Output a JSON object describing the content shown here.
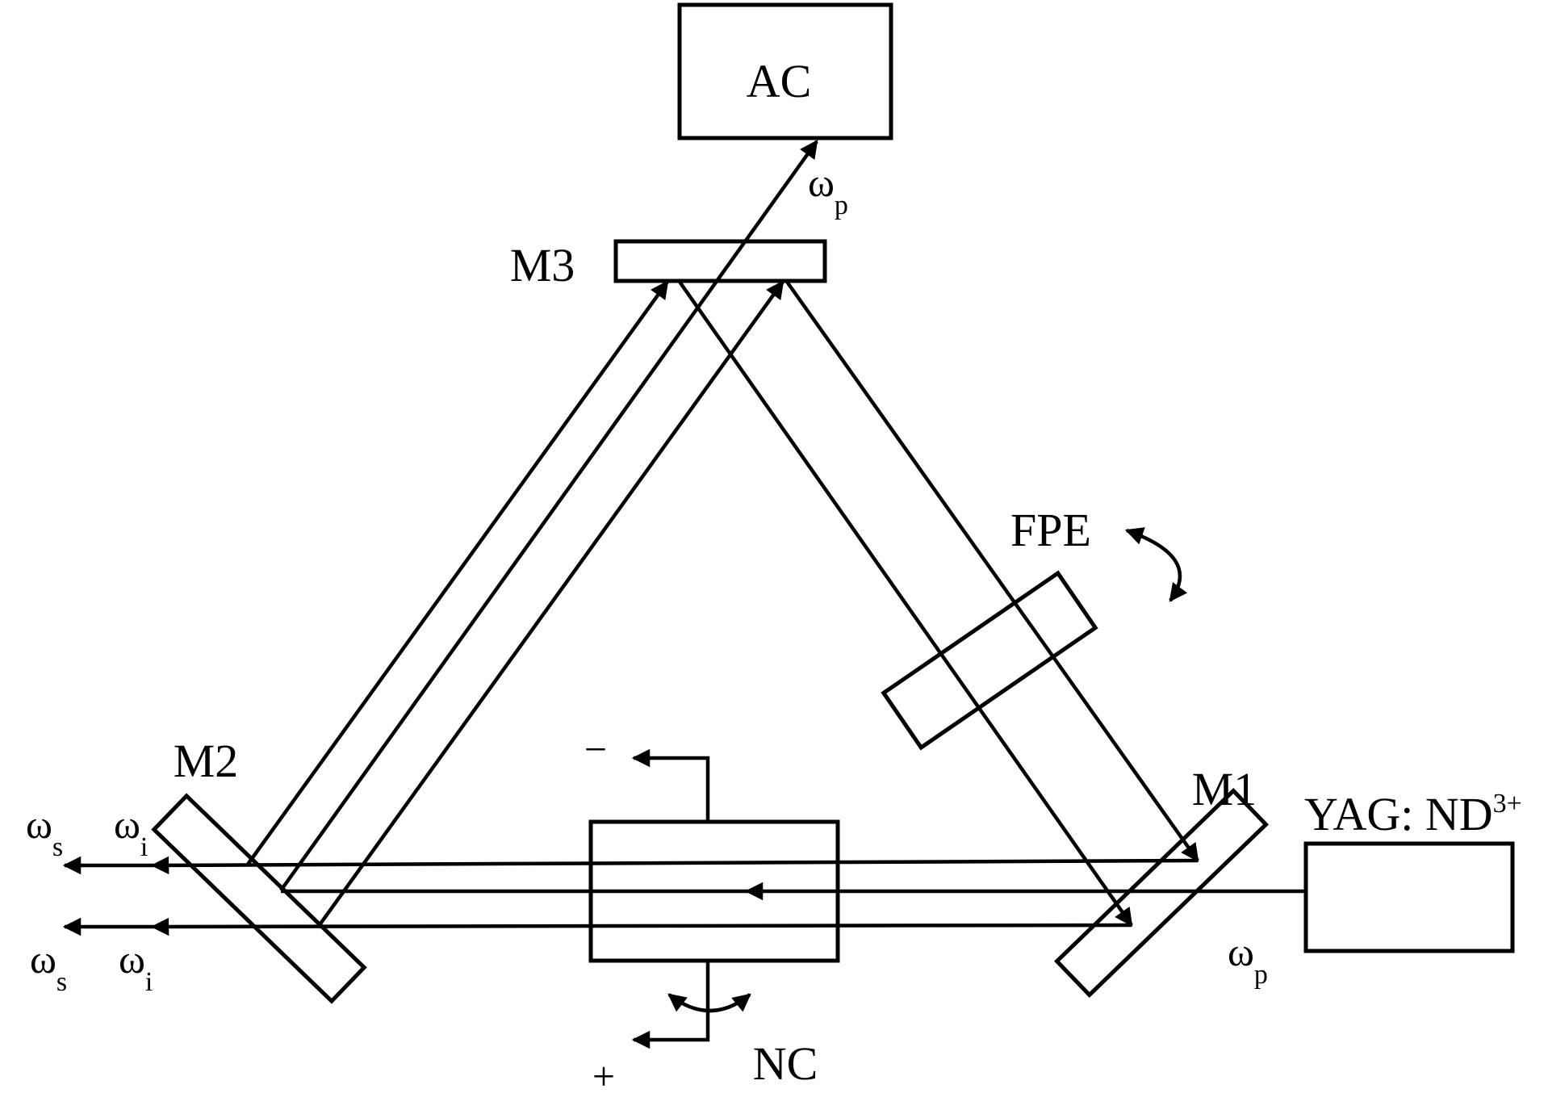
{
  "labels": {
    "ac": "AC",
    "m1": "M1",
    "m2": "M2",
    "m3": "M3",
    "fpe": "FPE",
    "nc": "NC",
    "laser_text": "YAG: ND",
    "laser_sup": "3+",
    "minus": "−",
    "plus": "+",
    "omega": "ω",
    "sub_p": "p",
    "sub_s": "s",
    "sub_i": "i"
  }
}
